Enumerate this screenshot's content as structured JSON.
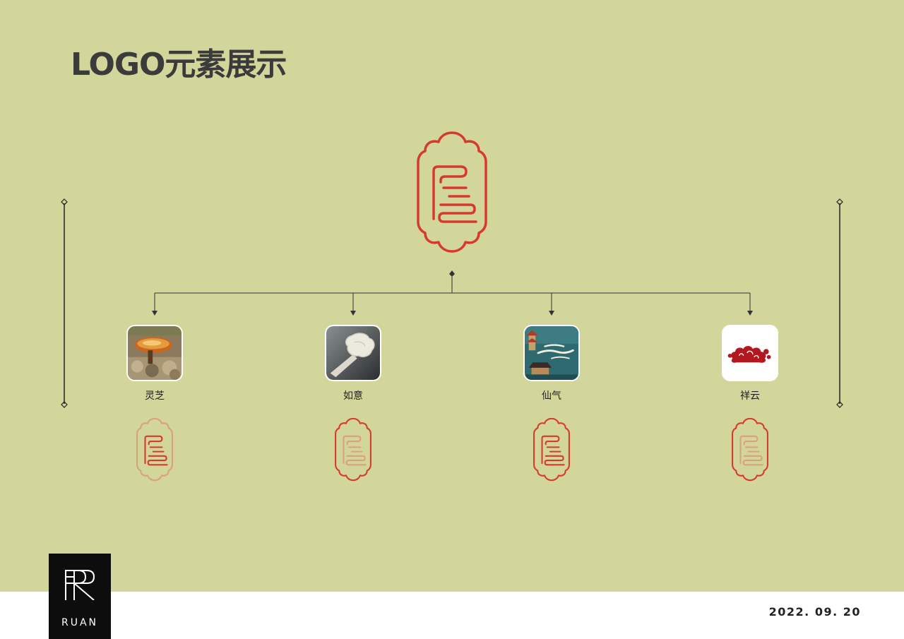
{
  "title": "LOGO元素展示",
  "elements": [
    {
      "label": "灵芝",
      "icon": "lingzhi-photo"
    },
    {
      "label": "如意",
      "icon": "ruyi-photo"
    },
    {
      "label": "仙气",
      "icon": "xianqi-illustration"
    },
    {
      "label": "祥云",
      "icon": "xiangyun-cloud"
    }
  ],
  "brand": {
    "name": "RUAN"
  },
  "date": "2022. 09. 20",
  "colors": {
    "background": "#d3d69b",
    "logo_red": "#d63a2f",
    "logo_tan": "#d9a27b",
    "title": "#3b3b3b"
  }
}
